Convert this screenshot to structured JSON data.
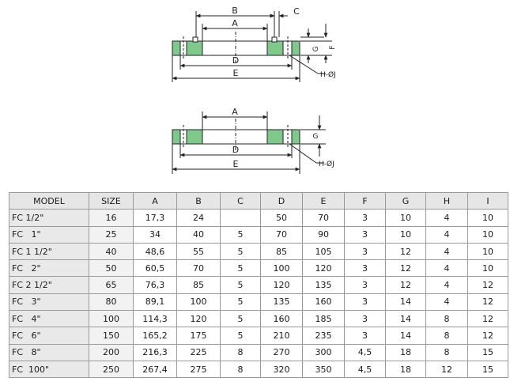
{
  "drawing": {
    "labels": {
      "a": "A",
      "b": "B",
      "c": "C",
      "d": "D",
      "e": "E",
      "f": "F",
      "g": "G",
      "hole": "H-ØJ"
    },
    "accent": "#7fc98c"
  },
  "table": {
    "headers": [
      "MODEL",
      "SIZE",
      "A",
      "B",
      "C",
      "D",
      "E",
      "F",
      "G",
      "H",
      "I"
    ],
    "rows": [
      [
        "FC 1/2\"",
        "16",
        "17,3",
        "24",
        "",
        "50",
        "70",
        "3",
        "10",
        "4",
        "10"
      ],
      [
        "FC   1\"",
        "25",
        "34",
        "40",
        "5",
        "70",
        "90",
        "3",
        "10",
        "4",
        "10"
      ],
      [
        "FC 1 1/2\"",
        "40",
        "48,6",
        "55",
        "5",
        "85",
        "105",
        "3",
        "12",
        "4",
        "10"
      ],
      [
        "FC   2\"",
        "50",
        "60,5",
        "70",
        "5",
        "100",
        "120",
        "3",
        "12",
        "4",
        "10"
      ],
      [
        "FC 2 1/2\"",
        "65",
        "76,3",
        "85",
        "5",
        "120",
        "135",
        "3",
        "12",
        "4",
        "12"
      ],
      [
        "FC   3\"",
        "80",
        "89,1",
        "100",
        "5",
        "135",
        "160",
        "3",
        "14",
        "4",
        "12"
      ],
      [
        "FC   4\"",
        "100",
        "114,3",
        "120",
        "5",
        "160",
        "185",
        "3",
        "14",
        "8",
        "12"
      ],
      [
        "FC   6\"",
        "150",
        "165,2",
        "175",
        "5",
        "210",
        "235",
        "3",
        "14",
        "8",
        "12"
      ],
      [
        "FC   8\"",
        "200",
        "216,3",
        "225",
        "8",
        "270",
        "300",
        "4,5",
        "18",
        "8",
        "15"
      ],
      [
        "FC  100\"",
        "250",
        "267,4",
        "275",
        "8",
        "320",
        "350",
        "4,5",
        "18",
        "12",
        "15"
      ]
    ]
  }
}
